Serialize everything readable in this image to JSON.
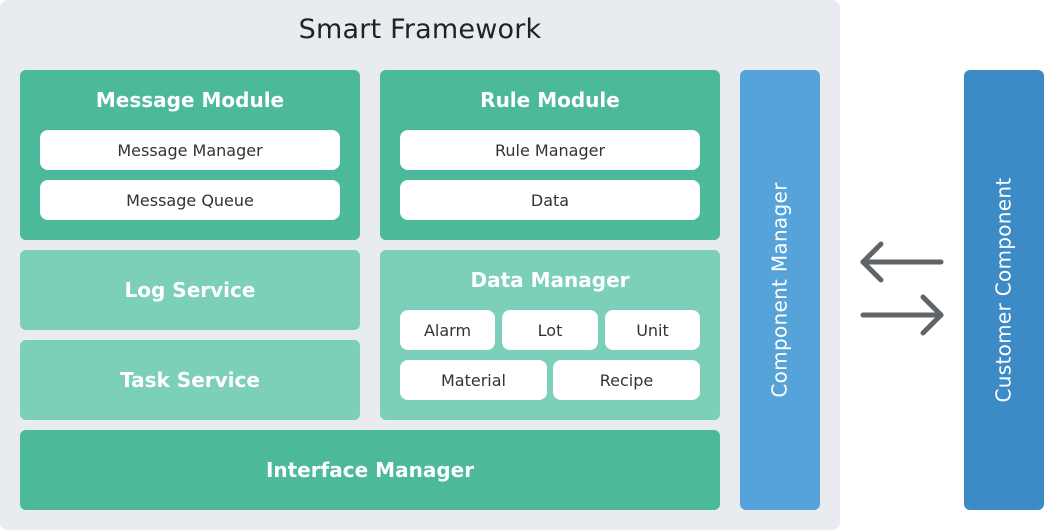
{
  "framework": {
    "title": "Smart Framework",
    "message_module": {
      "title": "Message Module",
      "items": [
        "Message Manager",
        "Message Queue"
      ]
    },
    "rule_module": {
      "title": "Rule Module",
      "items": [
        "Rule Manager",
        "Data"
      ]
    },
    "log_service": "Log Service",
    "task_service": "Task Service",
    "data_manager": {
      "title": "Data Manager",
      "items": [
        "Alarm",
        "Lot",
        "Unit",
        "Material",
        "Recipe"
      ]
    },
    "interface_manager": "Interface Manager",
    "component_manager": "Component Manager"
  },
  "customer_component": "Customer Component",
  "arrows": [
    "arrow-left-icon",
    "arrow-right-icon"
  ],
  "colors": {
    "frame_bg": "#e8ebef",
    "module_dark": "#4cb99b",
    "module_light": "#7ccfb9",
    "component_manager": "#56a3d9",
    "customer_component": "#3d8bc6",
    "arrow": "#5f6469"
  }
}
